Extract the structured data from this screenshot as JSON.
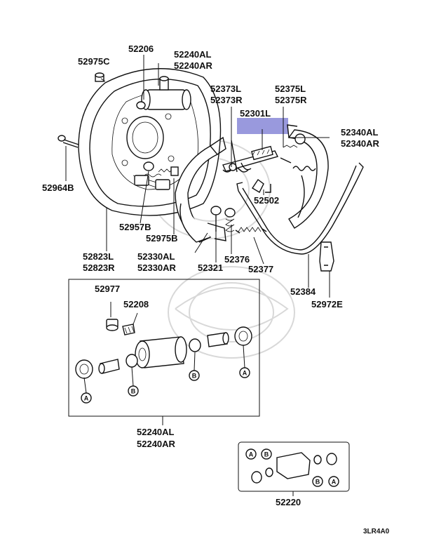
{
  "labels": {
    "p52206": "52206",
    "p52975c": "52975C",
    "p52240al_top": "52240AL",
    "p52240ar_top": "52240AR",
    "p52373l": "52373L",
    "p52373r": "52373R",
    "p52375l": "52375L",
    "p52375r": "52375R",
    "p52301l": "52301L",
    "p52340al": "52340AL",
    "p52340ar": "52340AR",
    "p52964b": "52964B",
    "p52502": "52502",
    "p52957b": "52957B",
    "p52975b": "52975B",
    "p52823l": "52823L",
    "p52823r": "52823R",
    "p52330al": "52330AL",
    "p52330ar": "52330AR",
    "p52321": "52321",
    "p52376": "52376",
    "p52377": "52377",
    "p52384": "52384",
    "p52972e": "52972E",
    "p52977": "52977",
    "p52208": "52208",
    "p52240al_bottom": "52240AL",
    "p52240ar_bottom": "52240AR",
    "p52220": "52220",
    "diagram_code": "3LR4A0"
  },
  "markers": {
    "a": "A",
    "b": "B"
  },
  "highlight_color": "#9999dd"
}
